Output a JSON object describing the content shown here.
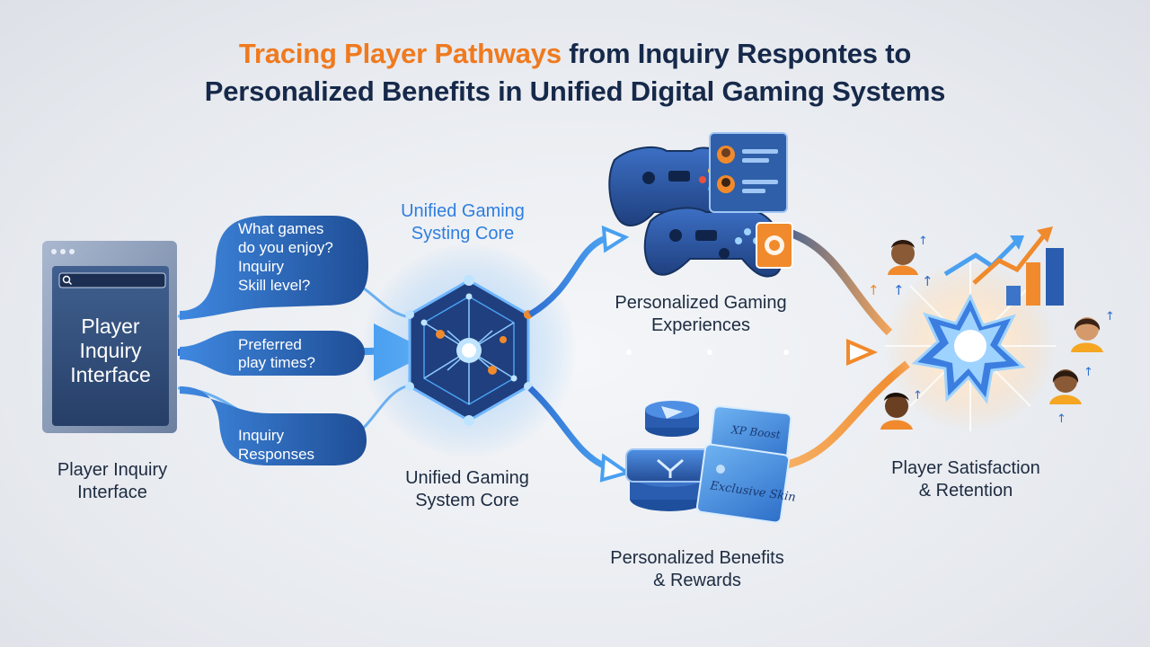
{
  "title": {
    "highlight": "Tracing Player Pathways",
    "line1_rest": " from Inquiry Respontes to",
    "line2": "Personalized Benefits in Unified Digital Gaming Systems"
  },
  "inquiry_panel": {
    "title_lines": [
      "Player",
      "Inquiry",
      "Interface"
    ]
  },
  "inquiries": [
    {
      "lines": [
        "What games",
        "do you enjoy?",
        "Inquiry",
        "Skill level?"
      ]
    },
    {
      "lines": [
        "Preferred",
        "play times?"
      ]
    },
    {
      "lines": [
        "Inquiry",
        "Responses"
      ]
    }
  ],
  "captions": {
    "inquiry_interface": [
      "Player Inquiry",
      "Interface"
    ],
    "core_top": [
      "Unified Gaming",
      "Systing Core"
    ],
    "core_bottom": [
      "Unified Gaming",
      "System Core"
    ],
    "experiences": [
      "Personalized Gaming",
      "Experiences"
    ],
    "benefits": [
      "Personalized Benefits",
      "& Rewards"
    ],
    "satisfaction": [
      "Player Satisfaction",
      "& Retention"
    ]
  },
  "reward_cards": {
    "top": "XP Boost",
    "bottom": "Exclusive Skin"
  },
  "colors": {
    "title_dark": "#16294a",
    "title_accent": "#ef7a1f",
    "blue": "#2f7ee0",
    "blue_dark": "#1e4f9c",
    "orange": "#f08a2c",
    "panel": "#2d4a78"
  },
  "icons": [
    "window-dots-icon",
    "search-icon",
    "network-core-icon",
    "gamepad-icon",
    "profile-card-icon",
    "reward-token-icon",
    "star-burst-icon",
    "growth-chart-icon",
    "player-avatar-icon"
  ]
}
